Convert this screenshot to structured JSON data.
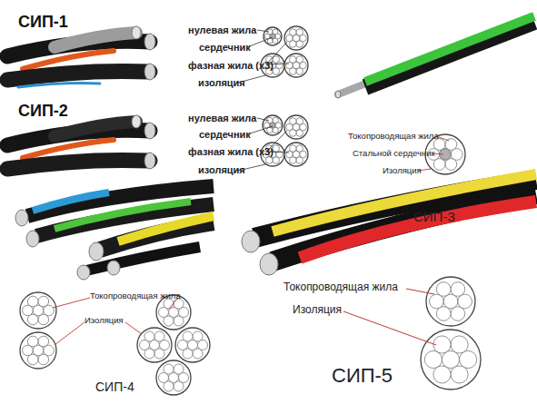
{
  "diagram": {
    "labels": [
      "СИП-1",
      "нулевая жила",
      "сердечник",
      "фазная жила (x3)",
      "изоляция",
      "СИП-2",
      "нулевая жила",
      "сердечник",
      "фазная жила (x3)",
      "изоляция",
      "Токопроводящая жила",
      "Стальной сердечник",
      "Изоляция",
      "СИП-3",
      "Токопроводящая жила",
      "Изоляция",
      "СИП-4",
      "Токопроводящая жила",
      "Изоляция",
      "СИП-5"
    ]
  }
}
